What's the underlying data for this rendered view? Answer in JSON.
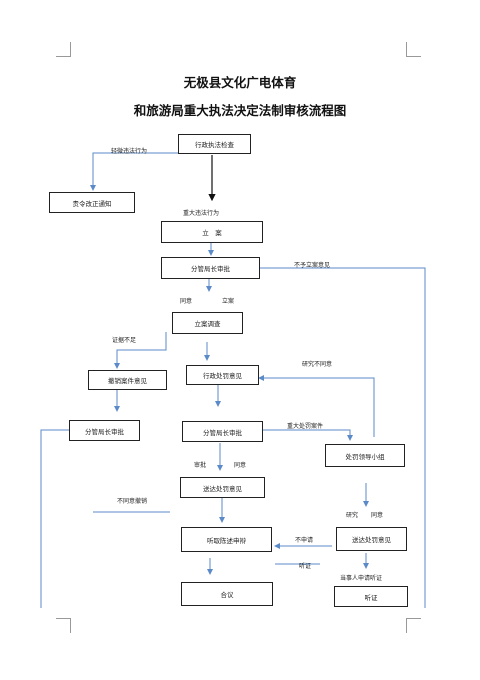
{
  "title": {
    "line1": "无极县文化广电体育",
    "line2": "和旅游局重大执法决定法制审核流程图"
  },
  "nodes": {
    "xingzheng_jiancha": "行政执法检查",
    "zeling_gaizheng": "责令改正通知",
    "lian": "立　案",
    "fenguan_shenpi_1": "分管局长审批",
    "lian_diaocha": "立案调查",
    "chexiao_anjian": "撤销案件意见",
    "xingzheng_chufa": "行政处罚意见",
    "fenguan_shenpi_left": "分管局长审批",
    "fenguan_shenpi_mid": "分管局长审批",
    "chufa_lingdao": "处罚领导小组",
    "zaoda_chufa_1": "送达处罚意见",
    "zaoda_chufa_2": "送达处罚意见",
    "tingqu_shensu": "听取陈述申辩",
    "heyi": "合议",
    "tingzheng": "听证"
  },
  "labels": {
    "qingwei": "轻微违法行为",
    "zhongda": "重大违法行为",
    "buyu_lian": "不予立案意见",
    "tongyi_1": "同意",
    "lian_word": "立案",
    "zhengju_buzu": "证据不足",
    "yanjiu_butongyi": "研究不同意",
    "zhongda_chufa": "重大处罚案件",
    "shenpi": "审批",
    "tongyi_2": "同意",
    "butongyi_chexiao": "不同意撤销",
    "yanjiu": "研究",
    "tongyi_3": "同意",
    "bu_shenqing": "不申请",
    "tingzheng_lbl": "听证",
    "dangshiren": "当事人申请听证"
  }
}
